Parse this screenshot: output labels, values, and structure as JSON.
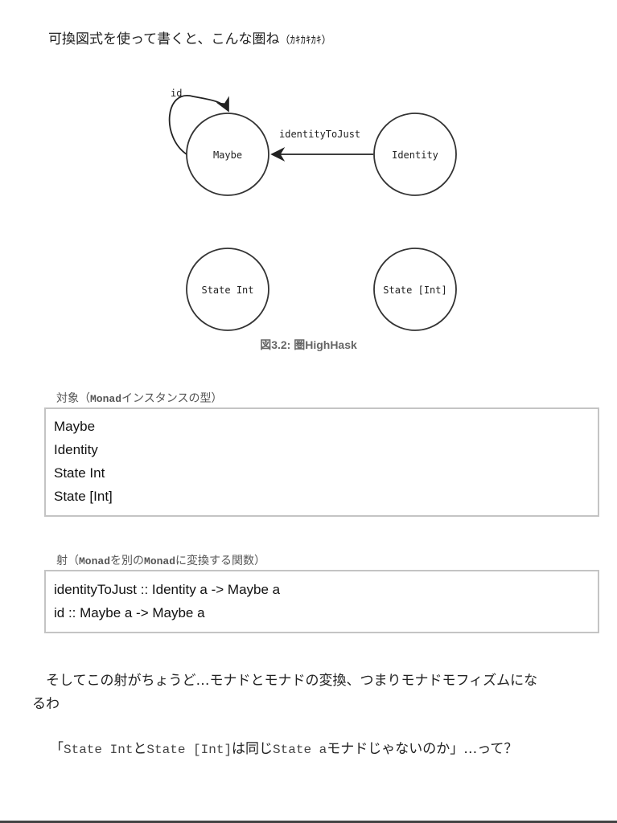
{
  "intro": {
    "text": "可換図式を使って書くと、こんな圏ね",
    "aside": "（ｶｷｶｷｶｷ）"
  },
  "diagram": {
    "nodes": [
      {
        "id": "maybe",
        "label": "Maybe"
      },
      {
        "id": "identity",
        "label": "Identity"
      },
      {
        "id": "state_int",
        "label": "State Int"
      },
      {
        "id": "state_list_int",
        "label": "State [Int]"
      }
    ],
    "arrows": [
      {
        "from": "maybe",
        "to": "maybe",
        "label": "id"
      },
      {
        "from": "identity",
        "to": "maybe",
        "label": "identityToJust"
      }
    ],
    "caption": "図3.2: 圏HighHask"
  },
  "objects": {
    "legend_prefix": "対象（",
    "legend_mono": "Monad",
    "legend_suffix": "インスタンスの型）",
    "items": [
      "Maybe",
      "Identity",
      "State Int",
      "State [Int]"
    ]
  },
  "morphisms": {
    "legend_prefix": "射（",
    "legend_mono1": "Monad",
    "legend_mid": "を別の",
    "legend_mono2": "Monad",
    "legend_suffix": "に変換する関数）",
    "items": [
      "identityToJust :: Identity a -> Maybe a",
      "id :: Maybe a -> Maybe a"
    ]
  },
  "paragraph1": {
    "line1": "　そしてこの射がちょうど…モナドとモナドの変換、つまりモナドモフィズムにな",
    "line2": "るわ"
  },
  "paragraph2": {
    "open": "「",
    "mono1": "State Int",
    "t1": "と",
    "mono2": "State [Int]",
    "t2": "は同じ",
    "mono3": "State a",
    "t3": "モナドじゃないのか」…って？"
  }
}
